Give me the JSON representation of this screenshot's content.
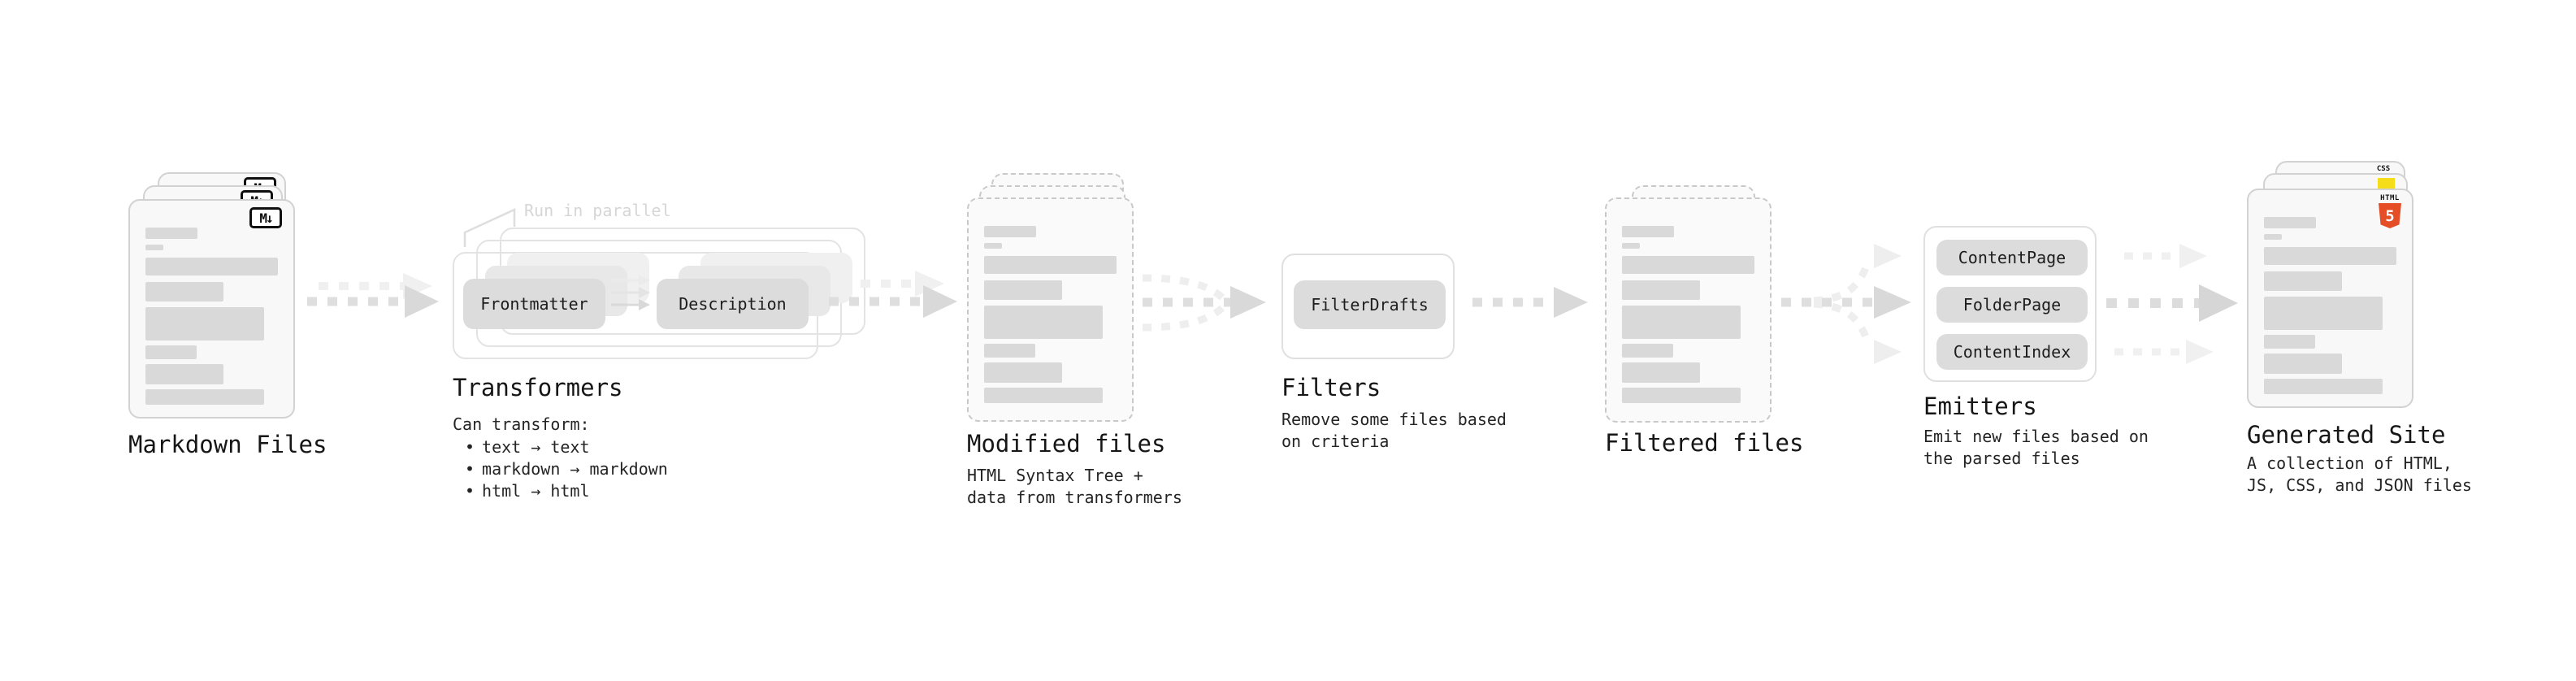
{
  "sections": {
    "markdown_files": {
      "title": "Markdown Files",
      "badge": "M↓"
    },
    "transformers": {
      "note": "Run in parallel",
      "left_box": "Frontmatter",
      "right_box": "Description",
      "title": "Transformers",
      "caption": "Can transform:",
      "bullet_char": "•",
      "bullets": [
        "text → text",
        "markdown → markdown",
        "html → html"
      ]
    },
    "modified_files": {
      "title": "Modified files",
      "subtitle": [
        "HTML Syntax Tree +",
        "data from transformers"
      ]
    },
    "filters": {
      "box": "FilterDrafts",
      "title": "Filters",
      "subtitle": [
        "Remove some files based",
        "on criteria"
      ]
    },
    "filtered_files": {
      "title": "Filtered files"
    },
    "emitters": {
      "boxes": [
        "ContentPage",
        "FolderPage",
        "ContentIndex"
      ],
      "title": "Emitters",
      "subtitle": [
        "Emit new files based on",
        "the parsed files"
      ]
    },
    "generated_site": {
      "title": "Generated Site",
      "subtitle": [
        "A collection of HTML,",
        "JS, CSS, and JSON files"
      ],
      "badges": {
        "css": "CSS",
        "html_label": "HTML",
        "html_number": "5"
      }
    }
  },
  "colors": {
    "arrow_main": "#dedede",
    "arrow_head": "#d9d9d9",
    "arrow_faint": "#f0f0f0",
    "pill_bg": "#dcdcdc",
    "placeholder_bar": "#d9d9d9",
    "html5_orange": "#e44d26",
    "js_yellow": "#f5de19",
    "css_blue": "#264de4"
  }
}
